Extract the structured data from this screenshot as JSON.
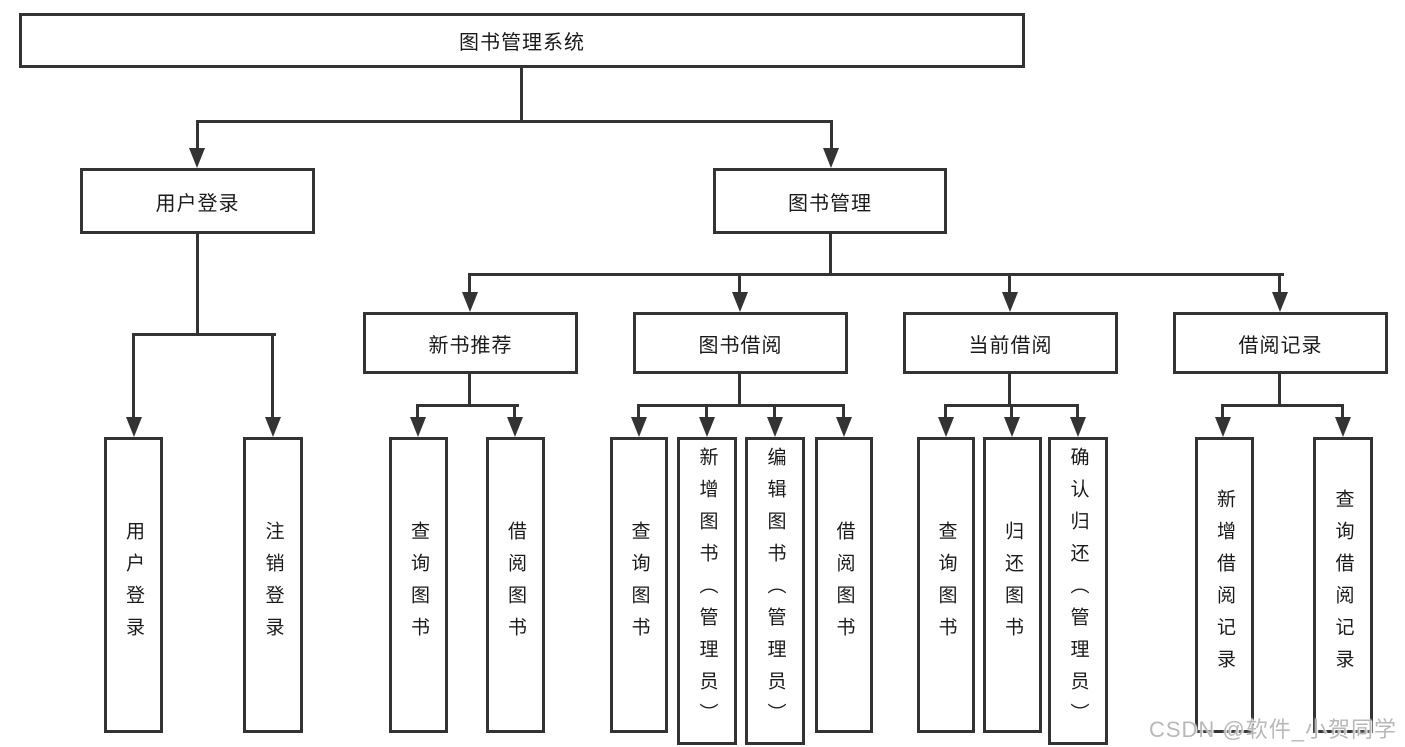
{
  "tree": {
    "label": "图书管理系统",
    "children": [
      {
        "label": "用户登录",
        "children": [
          {
            "label": "用户登录"
          },
          {
            "label": "注销登录"
          }
        ]
      },
      {
        "label": "图书管理",
        "children": [
          {
            "label": "新书推荐",
            "children": [
              {
                "label": "查询图书"
              },
              {
                "label": "借阅图书"
              }
            ]
          },
          {
            "label": "图书借阅",
            "children": [
              {
                "label": "查询图书"
              },
              {
                "label": "新增图书（管理员）"
              },
              {
                "label": "编辑图书（管理员）"
              },
              {
                "label": "借阅图书"
              }
            ]
          },
          {
            "label": "当前借阅",
            "children": [
              {
                "label": "查询图书"
              },
              {
                "label": "归还图书"
              },
              {
                "label": "确认归还（管理员）"
              }
            ]
          },
          {
            "label": "借阅记录",
            "children": [
              {
                "label": "新增借阅记录"
              },
              {
                "label": "查询借阅记录"
              }
            ]
          }
        ]
      }
    ]
  },
  "watermark": {
    "text": "CSDN @软件_小贺同学"
  },
  "colors": {
    "line": "#333333",
    "text": "#1a1a1a",
    "watermark": "#b8b8b8",
    "background": "#ffffff"
  }
}
